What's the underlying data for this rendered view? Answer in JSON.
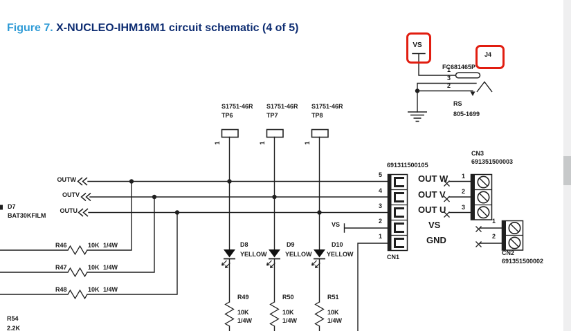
{
  "figure": {
    "label": "Figure 7.",
    "title": " X-NUCLEO-IHM16M1 circuit schematic (4 of 5)"
  },
  "colors": {
    "figure_label_blue": "#2f9bd6",
    "figure_title_navy": "#0e2d72",
    "annotation_red": "#e11d10",
    "wire_black": "#1f1f1f",
    "scrollbar_track": "#efeff0",
    "scrollbar_thumb": "#c7c9ca"
  },
  "annotations": {
    "vs_net": "VS",
    "j4_ref": "J4"
  },
  "j4": {
    "part": "FC681465P",
    "pins": [
      "1",
      "3",
      "2"
    ],
    "vendor": "RS",
    "vendor_part": "805-1699"
  },
  "nets": {
    "outw": "OUTW",
    "outv": "OUTV",
    "outu": "OUTU",
    "vs": "VS"
  },
  "testpoints": [
    {
      "part": "S1751-46R",
      "ref": "TP6",
      "pin": "1"
    },
    {
      "part": "S1751-46R",
      "ref": "TP7",
      "pin": "1"
    },
    {
      "part": "S1751-46R",
      "ref": "TP8",
      "pin": "1"
    }
  ],
  "diode": {
    "ref": "D7",
    "part": "BAT30KFILM"
  },
  "series_resistors": [
    {
      "ref": "R46",
      "value": "10K 1/4W"
    },
    {
      "ref": "R47",
      "value": "10K 1/4W"
    },
    {
      "ref": "R48",
      "value": "10K 1/4W"
    }
  ],
  "r54": {
    "ref": "R54",
    "value": "2.2K"
  },
  "leds": [
    {
      "ref": "D8",
      "color": "YELLOW"
    },
    {
      "ref": "D9",
      "color": "YELLOW"
    },
    {
      "ref": "D10",
      "color": "YELLOW"
    }
  ],
  "led_resistors": [
    {
      "ref": "R49",
      "value": "10K",
      "watt": "1/4W"
    },
    {
      "ref": "R50",
      "value": "10K",
      "watt": "1/4W"
    },
    {
      "ref": "R51",
      "value": "10K",
      "watt": "1/4W"
    }
  ],
  "cn1": {
    "ref": "CN1",
    "part": "691311500105",
    "pins": [
      "5",
      "4",
      "3",
      "2",
      "1"
    ],
    "labels": [
      "OUT W",
      "OUT V",
      "OUT U",
      "VS",
      "GND"
    ]
  },
  "cn3": {
    "ref": "CN3",
    "part": "691351500003",
    "pins": [
      "1",
      "2",
      "3"
    ]
  },
  "cn2": {
    "ref": "CN2",
    "part": "691351500002",
    "pins": [
      "1",
      "2"
    ]
  }
}
